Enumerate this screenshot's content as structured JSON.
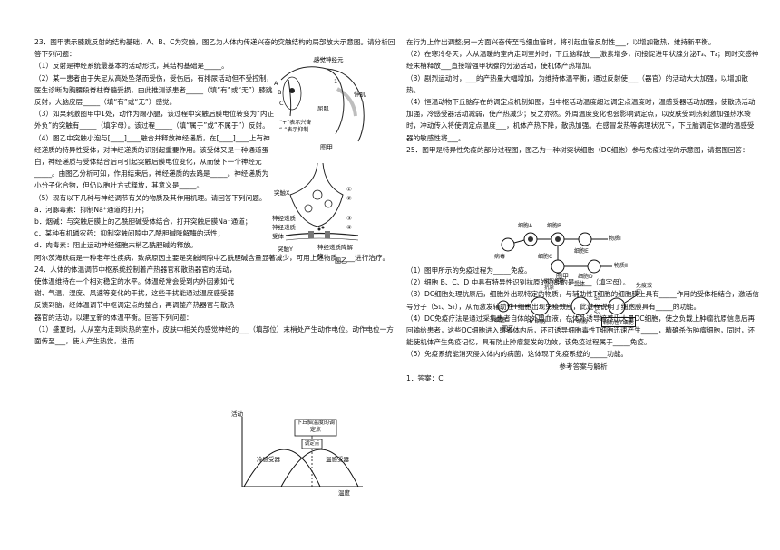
{
  "left": {
    "q23_intro": "23．图甲表示膝跳反射的结构基础，A、B、C为突触，图乙为人体内传递兴奋的突触结构的局部放大示意图。请分析回答下列问题：",
    "q23_1": "（1）反射是神经系统最基本的活动形式，其结构基础是_____。",
    "q23_2": "（2）某一患者由于失足从高处坠落而受伤，受伤后，有排尿活动但不受控制，医生诊断为胸腰段脊柱脊髓受损，由此推测该患者_____（填“有”或“无”）膝跳反射，大脑皮层_____（填“有”或“无”）感觉。",
    "q23_3": "（3）如果刺激图甲中1处，动作为踢小腿，该过程中突触后膜电位转变为“内正外负”的突触有_____（填字母）。该过程_____（填“属于”或“不属于”）反射。",
    "q23_4": "（4）图乙中突触小泡与[____]____融合并释放神经递质，在[____]____上有神经递质的特异性受体，对神经递质的识别起重要作用。该受体又是一种通道蛋白，神经递质与受体结合后可引起突触后膜电位变化，从而使下一个神经元_____。由图乙分析可知，作用结束后，神经递质的去路是_____。神经递质为小分子化合物，但仍以胞吐方式释放，其意义是_____。",
    "q23_5": "（5）现有以下几种与神经调节有关的物质及其作用机理。请回答下列问题。",
    "q23_5a": "a．河豚毒素：抑制Na⁺通道的打开；",
    "q23_5b": "b．烟碱：与突触后膜上的乙酰胆碱受体结合，打开突触后膜Na⁺通道；",
    "q23_5c": "c．某种有机磷农药：抑制突触间隙中乙酰胆碱降解酶的活性；",
    "q23_5d": "d．肉毒素：阻止运动神经细胞末梢乙酰胆碱的释放。",
    "q23_5e": "阿尔茨海默病是一种老年性疾病，致病原因主要是突触间隙中乙酰胆碱含量显著减少，可用上述物质_____进行治疗。",
    "q24_intro": "24．人体的体温调节中枢系统控制着产热器官和散热器官的活动，使体温维持在一个相对稳定的水平。体温经常会受到内外因素如代谢、气温、湿度、风速等变化的干扰，这些干扰能通过温度感受器反馈到脑，经体温调节中枢调定点的整合，再调整产热器官与散热器官的活动，以建立新的体温平衡。回答下列问题：",
    "q24_1": "（1）盛夏时，人从室内走到炎热的室外，皮肤中相关的感觉神经的___（填部位）末梢处产生动作电位。动作电位一方面传至___，使人产生热觉，进而"
  },
  "right": {
    "r1": "在行为上作出调整;另一方面兴奋传至毛细血管时，将引起血管反射性___，以增加散热，维持新平衡。",
    "r2": "（2）在寒冷冬天，人从温暖的室内走到室外时，下丘脑释放___激素增多，间接促进甲状腺分泌T₃、T₄；同时交感神经末梢释放___直接增强甲状腺的分泌活动，使机体产热增加。",
    "r3": "（3）剧烈运动时，___的产热量大幅增加，为维持体温平衡，通过反射使___（器官）的活动大大加强，以增加散热。",
    "r4": "（4）恒温动物下丘脑存在的调定点机制如图，当中枢活动温度超过调定点温度时，温感受器活动加强，使散热活动加强，冷感受器活动减弱，使产热减少；反之亦然。外周温度变化也会影响调定点，以皮肤受到热刺激加强热水袋时，冲动传入将使调定点温度___，机体产热下降，散热加强。在感冒发热等病理状况下，下丘脑调定体温的温感受器的敏感性将___。",
    "q25_intro": "25．图甲是特异性免疫的部分过程图，图乙为一种树突状细胞（DC细胞）参与免疫过程的示意图，请据图回答：",
    "q25_1": "（1）图甲所示的免疫过程为_____免疫。",
    "q25_2": "（2）细胞 B、C、D 中具有特异性识别抗原的功能的是_____（填字母）。",
    "q25_3": "（3）DC细胞处理抗原后，细胞外出现特定的物质，与辅助性T细胞的细胞膜上具有_____作用的受体相结合，激活信号分子（S₁、S₂），从而激发辅助性T细胞出现免疫效应，此过程说明了细胞膜具有_____的功能。",
    "q25_4": "（4）DC免疫疗法是通过采集患者自体的外周血液，在体外诱导培养出大量DC细胞，使之负载上肿瘤抗原信息后再回输给患者，这些DC细胞进入患者体内后，还可诱导细胞毒性T细胞迅速产生_____，精确杀伤肿瘤细胞，同时，还能使机体产生免疫记忆，具有防止肿瘤复发的功效，该免疫过程属于_____免疫。",
    "q25_5": "（5）免疫系统能消灭侵入体内的病菌，这体现了免疫系统的_____功能。",
    "answers_title": "参考答案与解析",
    "answer_1": "1．答案：C"
  },
  "fig_jia": {
    "caption": "图甲",
    "label_sensory": "感觉神经元",
    "label_extensor": "伸肌",
    "label_flexor": "屈肌",
    "legend_plus": "“+”表示兴奋",
    "legend_minus": "“-”表示抑制",
    "label_A": "A",
    "label_B": "B",
    "label_C": "C",
    "label_1": "1"
  },
  "fig_yi": {
    "caption": "图乙",
    "label_X": "突触X",
    "label_nt": "神经递质",
    "label_nt_receptor": "神经递质受体",
    "label_enzyme": "神经递质降解酶",
    "label_Y": "突触Y",
    "label_1": "①",
    "label_2": "②",
    "label_3": "③",
    "label_4": "④"
  },
  "fig_temp": {
    "ylabel": "活动",
    "xlabel": "温度",
    "box_top": "下丘脑温度的调定点",
    "box_mid": "调定点",
    "cold": "冷感受器",
    "warm": "温感受器"
  },
  "fig_immune_jia": {
    "caption": "图甲",
    "cellA": "细胞A",
    "cellB": "细胞B",
    "cellC": "细胞C",
    "cellD": "细胞D",
    "cellE": "细胞E",
    "mat1": "物质Ⅰ",
    "mat2": "物质Ⅱ",
    "virus": "病毒"
  },
  "fig_immune_yi": {
    "caption": "图乙",
    "capture": "摄取处理抗原",
    "receptor": "受体",
    "dc1": "DC细胞",
    "dc2": "DC细胞",
    "s1": "S₁",
    "s2": "S₂",
    "effect": "免疫效应",
    "th": "辅助性T细胞",
    "germ": "细菌"
  }
}
